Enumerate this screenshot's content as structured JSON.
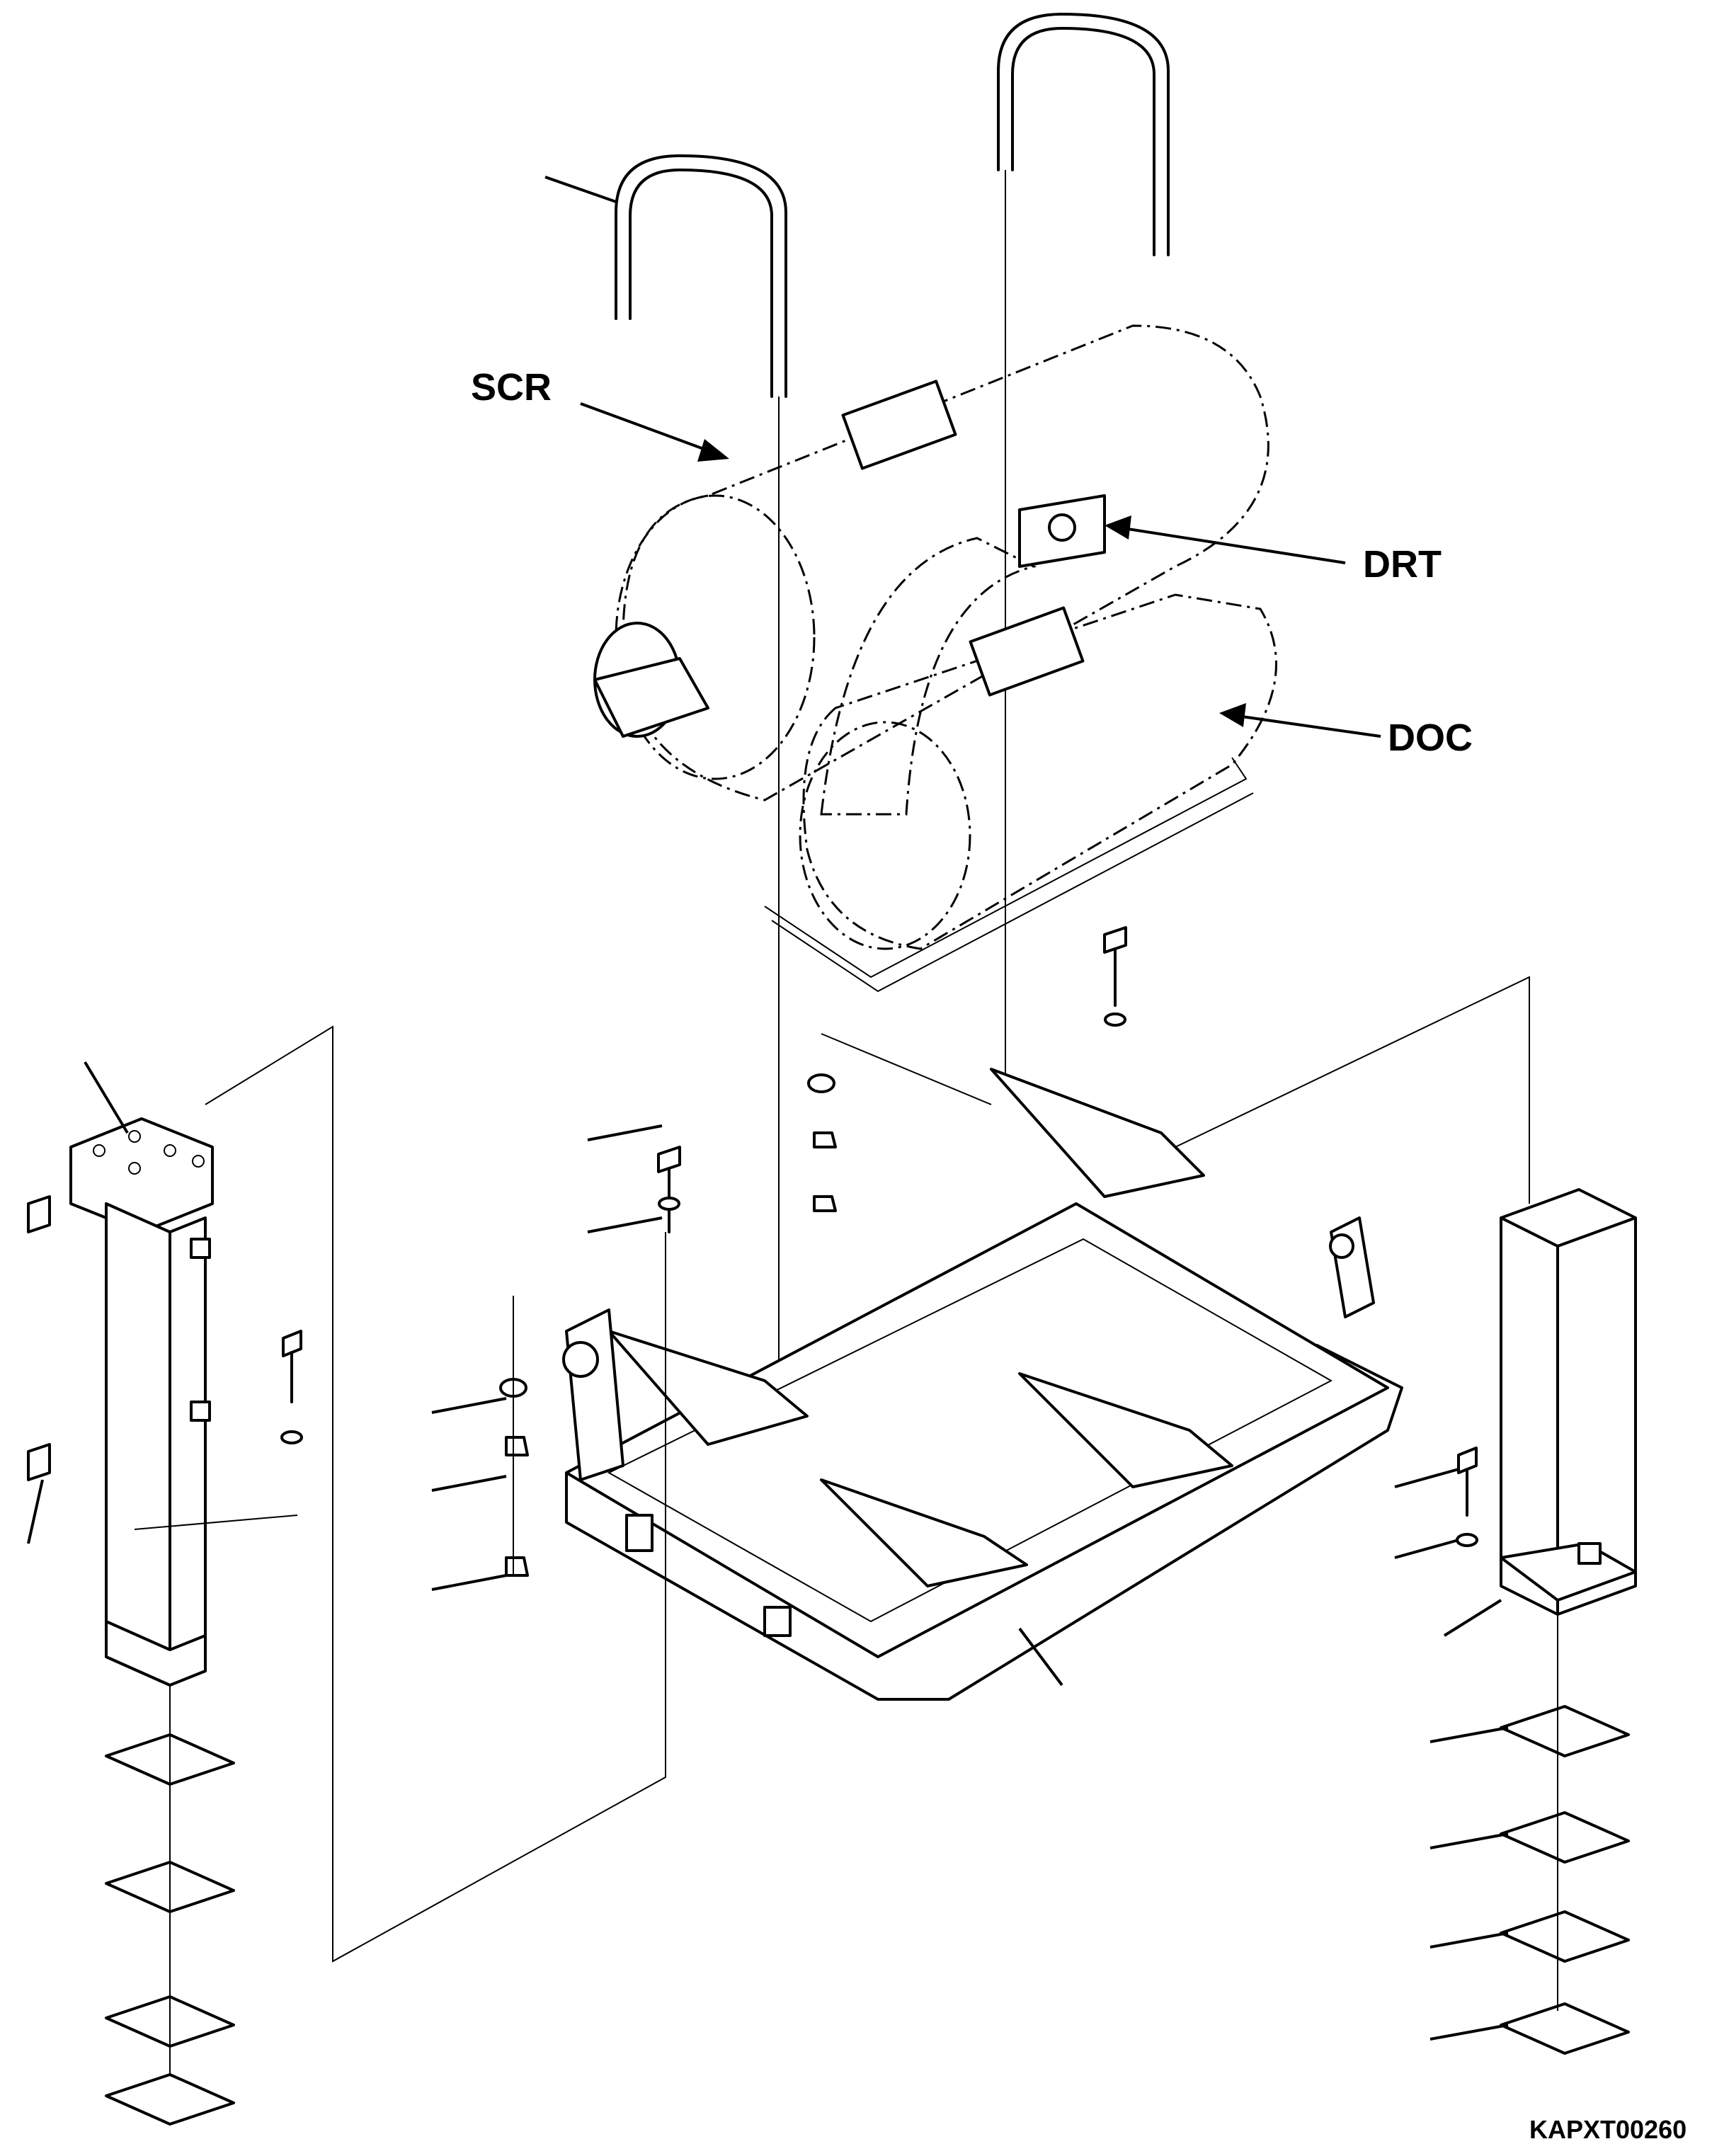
{
  "labels": {
    "scr": "SCR",
    "drt": "DRT",
    "doc": "DOC",
    "figure_code": "KAPXT00260"
  }
}
